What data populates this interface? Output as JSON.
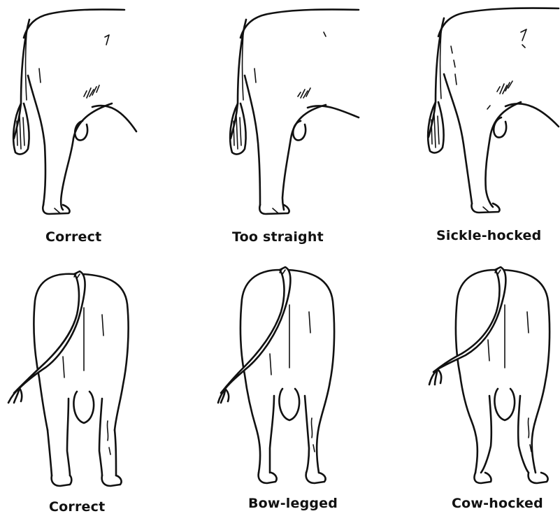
{
  "figure": {
    "side_views": [
      {
        "caption": "Correct",
        "icon": "cow-hind-leg-side-correct"
      },
      {
        "caption": "Too straight",
        "icon": "cow-hind-leg-side-too-straight"
      },
      {
        "caption": "Sickle-hocked",
        "icon": "cow-hind-leg-side-sickle-hocked"
      }
    ],
    "rear_views": [
      {
        "caption": "Correct",
        "icon": "cow-rear-view-correct"
      },
      {
        "caption": "Bow-legged",
        "icon": "cow-rear-view-bow-legged"
      },
      {
        "caption": "Cow-hocked",
        "icon": "cow-rear-view-cow-hocked"
      }
    ]
  }
}
